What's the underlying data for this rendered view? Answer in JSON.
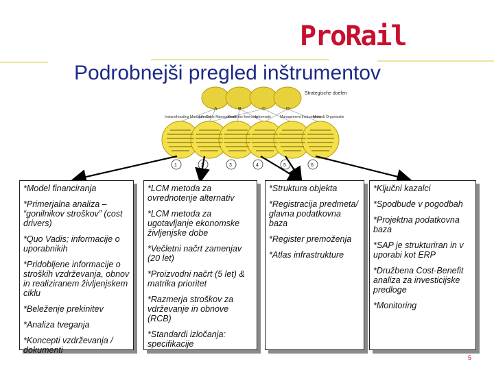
{
  "logo": {
    "pro": "Pro",
    "rail": "Rail"
  },
  "title": "Podrobnejši pregled inštrumentov",
  "diagram": {
    "strategic_label": "Strategische doelen",
    "top_circle_letters": [
      "A",
      "B",
      "C",
      "D"
    ],
    "column_headers": [
      "Instandhouding Management",
      "Life Cycle Management",
      "Kostenbe-heersing",
      "Informatie",
      "Management Instrumenten",
      "Mens & Organisatie"
    ],
    "numbers": [
      "1",
      "2",
      "3",
      "4",
      "5",
      "6"
    ],
    "colors": {
      "circle_fill": "#f3e04a",
      "circle_border": "#b79a10",
      "top_fill": "#e8d23c"
    }
  },
  "boxes": [
    {
      "items": [
        "*Model financiranja",
        "*Primerjalna analiza – “gonilnikov stroškov” (cost drivers)",
        "*Quo Vadis; informacije o uporabnikih",
        "*Pridobljene informacije o stroških vzdrževanja, obnov in realiziranem življenjskem ciklu",
        "*Beleženje prekinitev",
        "*Analiza tveganja",
        "*Koncepti vzdrževanja / dokumenti"
      ]
    },
    {
      "items": [
        "*LCM metoda za ovrednotenje alternativ",
        "*LCM metoda za ugotavljanje ekonomske življenjske dobe",
        "*Večletni načrt zamenjav (20 let)",
        "*Proizvodni načrt (5 let) & matrika prioritet",
        "*Razmerja stroškov za vdrževanje in obnove (RCB)",
        "*Standardi izločanja: specifikacije"
      ]
    },
    {
      "items": [
        "*Struktura objekta",
        "*Registracija predmeta/ glavna podatkovna baza",
        "*Register premoženja",
        "*Atlas infrastrukture"
      ]
    },
    {
      "items": [
        "*Ključni kazalci",
        "*Spodbude v pogodbah",
        "*Projektna podatkovna baza",
        "*SAP je strukturiran in v uporabi kot ERP",
        "*Družbena Cost-Benefit analiza za investicijske predloge",
        "*Monitoring"
      ]
    }
  ],
  "page_number": "5"
}
